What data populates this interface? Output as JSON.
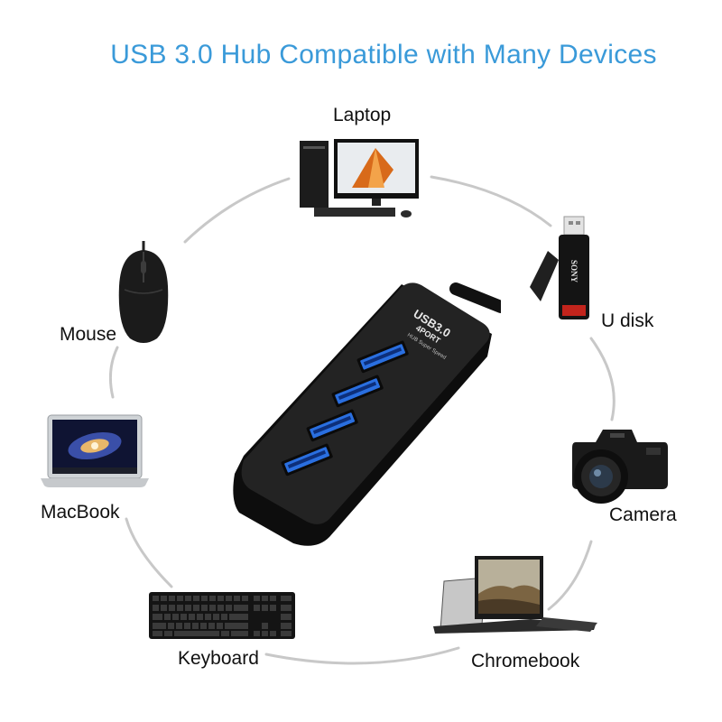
{
  "title": "USB 3.0 Hub Compatible with Many Devices",
  "colors": {
    "title": "#3a9ad9",
    "ring": "#c8c8c8",
    "hub": "#1b1b1b",
    "port": "#2a6fe0"
  },
  "hub": {
    "brand": "USB3.0",
    "ports": "4PORT",
    "tagline": "HUB Super Speed"
  },
  "usb_disk_brand": "SONY",
  "devices": {
    "laptop": "Laptop",
    "u_disk": "U disk",
    "camera": "Camera",
    "chromebook": "Chromebook",
    "keyboard": "Keyboard",
    "macbook": "MacBook",
    "mouse": "Mouse"
  }
}
